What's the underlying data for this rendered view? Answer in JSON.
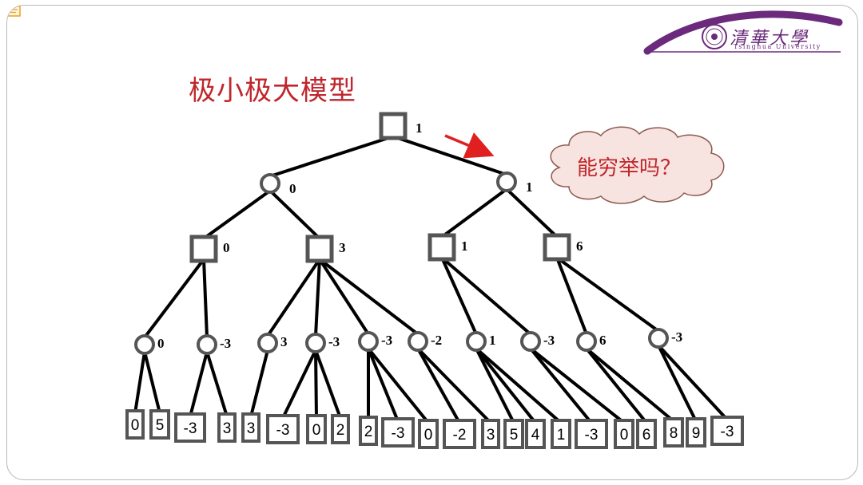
{
  "slide_title": "极小极大模型",
  "logo": {
    "chinese": "清華大學",
    "english": "Tsinghua University"
  },
  "cloud_text": "能穷举吗？",
  "colors": {
    "title": "#c0262c",
    "arrow": "#e02020",
    "node_border": "#555555",
    "logo": "#6b2a7c"
  },
  "tree": {
    "root": {
      "type": "max",
      "value": "1"
    },
    "level1": [
      {
        "type": "min",
        "value": "0"
      },
      {
        "type": "min",
        "value": "1"
      }
    ],
    "level2": [
      {
        "type": "max",
        "value": "0",
        "parent": 0
      },
      {
        "type": "max",
        "value": "3",
        "parent": 0
      },
      {
        "type": "max",
        "value": "1",
        "parent": 1
      },
      {
        "type": "max",
        "value": "6",
        "parent": 1
      }
    ],
    "level3": [
      {
        "type": "min",
        "value": "0",
        "parent": 0
      },
      {
        "type": "min",
        "value": "-3",
        "parent": 0
      },
      {
        "type": "min",
        "value": "3",
        "parent": 1
      },
      {
        "type": "min",
        "value": "-3",
        "parent": 1
      },
      {
        "type": "min",
        "value": "-3",
        "parent": 1
      },
      {
        "type": "min",
        "value": "-2",
        "parent": 1
      },
      {
        "type": "min",
        "value": "1",
        "parent": 2
      },
      {
        "type": "min",
        "value": "-3",
        "parent": 2
      },
      {
        "type": "min",
        "value": "6",
        "parent": 3
      },
      {
        "type": "min",
        "value": "-3",
        "parent": 3
      }
    ],
    "leaves": [
      {
        "value": "0",
        "parent": 0
      },
      {
        "value": "5",
        "parent": 0
      },
      {
        "value": "-3",
        "parent": 1
      },
      {
        "value": "3",
        "parent": 1
      },
      {
        "value": "3",
        "parent": 2
      },
      {
        "value": "-3",
        "parent": 3
      },
      {
        "value": "0",
        "parent": 3
      },
      {
        "value": "2",
        "parent": 3
      },
      {
        "value": "2",
        "parent": 4
      },
      {
        "value": "-3",
        "parent": 4
      },
      {
        "value": "0",
        "parent": 4
      },
      {
        "value": "-2",
        "parent": 5
      },
      {
        "value": "3",
        "parent": 5
      },
      {
        "value": "5",
        "parent": 6
      },
      {
        "value": "4",
        "parent": 6
      },
      {
        "value": "1",
        "parent": 6
      },
      {
        "value": "-3",
        "parent": 7
      },
      {
        "value": "0",
        "parent": 7
      },
      {
        "value": "6",
        "parent": 8
      },
      {
        "value": "8",
        "parent": 8
      },
      {
        "value": "9",
        "parent": 9
      },
      {
        "value": "-3",
        "parent": 9
      }
    ]
  }
}
